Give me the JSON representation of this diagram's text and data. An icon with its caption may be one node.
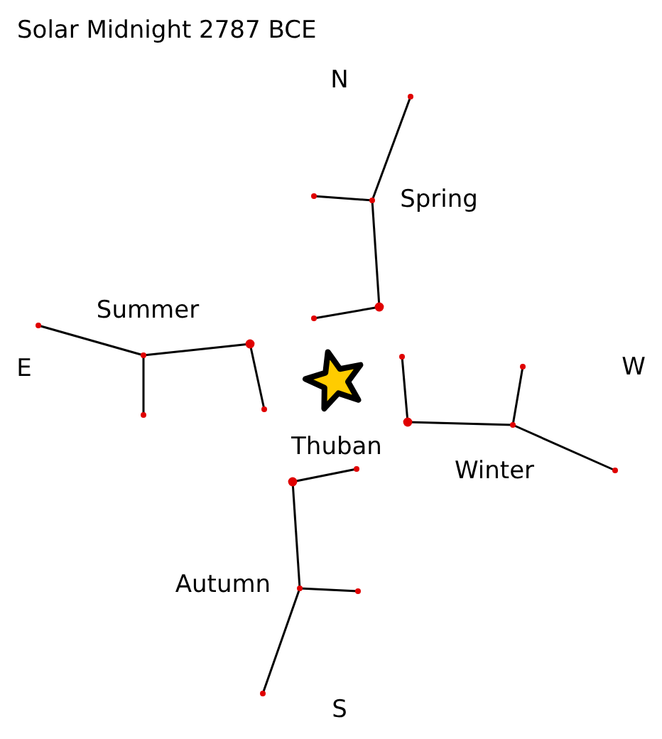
{
  "diagram": {
    "title": "Solar Midnight 2787 BCE",
    "labels": [
      "N",
      "Spring",
      "Summer",
      "E",
      "W",
      "Thuban",
      "Winter",
      "Autumn",
      "S"
    ]
  }
}
